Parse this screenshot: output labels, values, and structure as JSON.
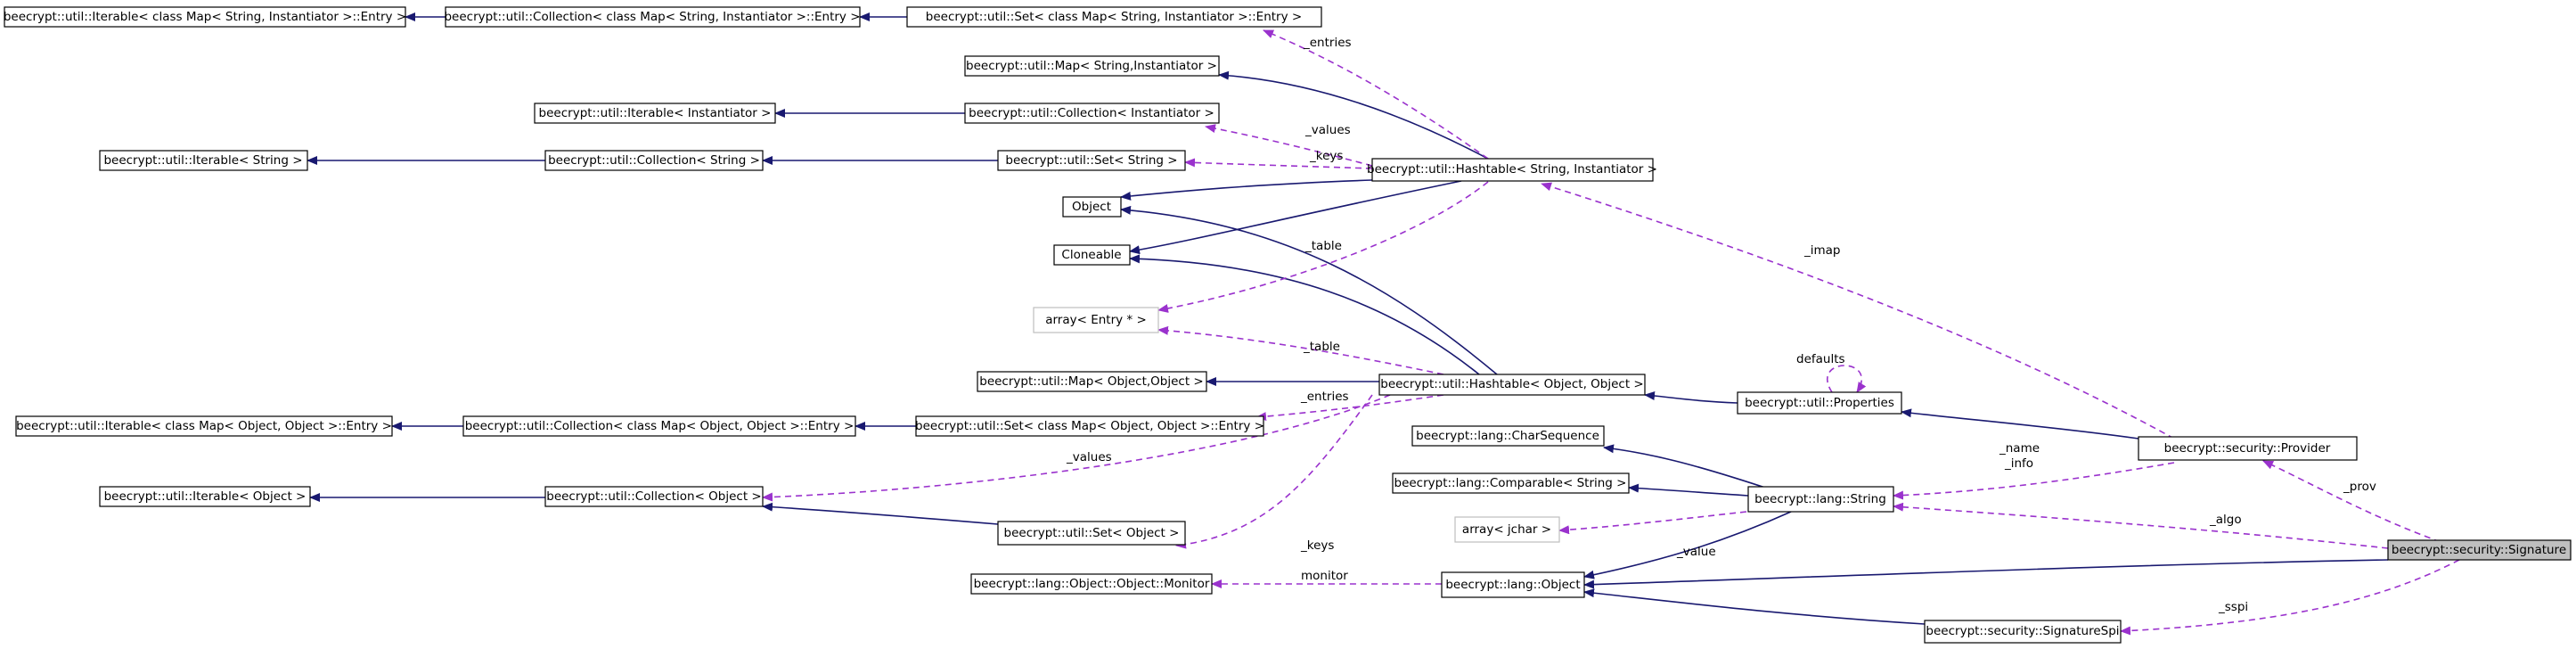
{
  "nodes": {
    "it_entry_mapstr": "beecrypt::util::Iterable< class Map< String, Instantiator >::Entry >",
    "coll_entry_mapstr": "beecrypt::util::Collection< class Map< String, Instantiator >::Entry >",
    "set_entry_mapstr": "beecrypt::util::Set< class Map< String, Instantiator >::Entry >",
    "map_str_inst": "beecrypt::util::Map< String,Instantiator >",
    "it_inst": "beecrypt::util::Iterable< Instantiator >",
    "coll_inst": "beecrypt::util::Collection< Instantiator >",
    "it_str": "beecrypt::util::Iterable< String >",
    "coll_str": "beecrypt::util::Collection< String >",
    "set_str": "beecrypt::util::Set< String >",
    "hash_str_inst": "beecrypt::util::Hashtable< String, Instantiator >",
    "object": "Object",
    "cloneable": "Cloneable",
    "array_entry": "array< Entry * >",
    "map_obj": "beecrypt::util::Map< Object,Object >",
    "hash_obj": "beecrypt::util::Hashtable< Object, Object >",
    "properties": "beecrypt::util::Properties",
    "it_entry_obj": "beecrypt::util::Iterable< class Map< Object, Object >::Entry >",
    "coll_entry_obj": "beecrypt::util::Collection< class Map< Object, Object >::Entry >",
    "set_entry_obj": "beecrypt::util::Set< class Map< Object, Object >::Entry >",
    "charseq": "beecrypt::lang::CharSequence",
    "comparable": "beecrypt::lang::Comparable< String >",
    "provider": "beecrypt::security::Provider",
    "it_obj": "beecrypt::util::Iterable< Object >",
    "coll_obj": "beecrypt::util::Collection< Object >",
    "lang_string": "beecrypt::lang::String",
    "array_jchar": "array< jchar >",
    "signature": "beecrypt::security::Signature",
    "set_obj": "beecrypt::util::Set< Object >",
    "monitor": "beecrypt::lang::Object::Object::Monitor",
    "lang_object": "beecrypt::lang::Object",
    "sigspi": "beecrypt::security::SignatureSpi"
  },
  "edge_labels": {
    "entries_top": "_entries",
    "values_top": "_values",
    "keys_top": "_keys",
    "table_top": "_table",
    "imap": "_imap",
    "table_bottom": "_table",
    "defaults": "defaults",
    "entries_bottom": "_entries",
    "name_info_1": "_name",
    "name_info_2": "_info",
    "values_bottom": "_values",
    "prov": "_prov",
    "value": "_value",
    "algo": "_algo",
    "keys_bottom": "_keys",
    "monitor": "monitor",
    "sspi": "_sspi"
  },
  "colors": {
    "inheritance": "#191970",
    "usage": "#9a32cd",
    "focus_fill": "#bfbfbf"
  }
}
